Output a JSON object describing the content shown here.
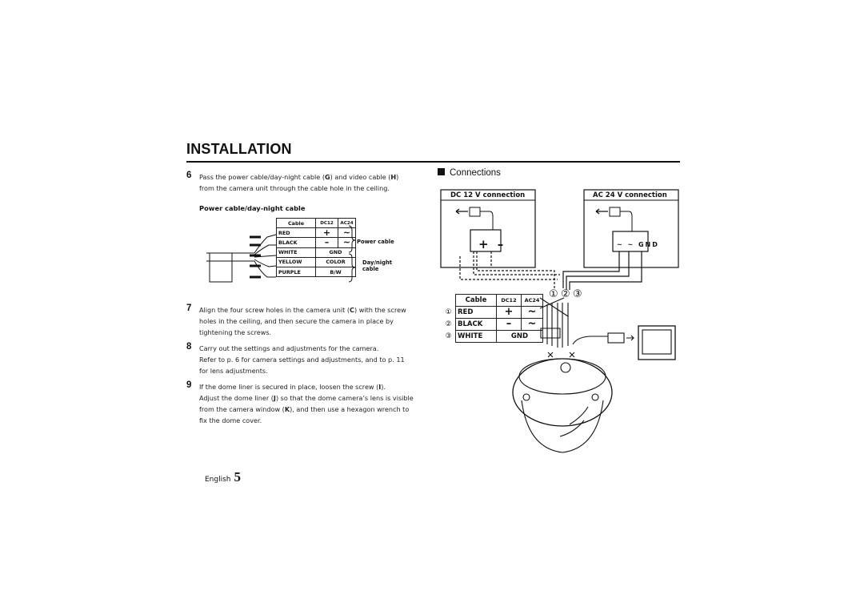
{
  "title": "INSTALLATION",
  "steps": [
    {
      "number": "6",
      "line1_a": "Pass the power cable/day-night cable (",
      "line1_g": "G",
      "line1_b": ") and video cable (",
      "line1_h": "H",
      "line1_c": ")",
      "line2": "from the camera unit through the cable hole in the ceiling."
    },
    {
      "number": "7",
      "line1_a": "Align the four screw holes in the camera unit (",
      "line1_c": "C",
      "line1_b": ") with the screw",
      "line2": "holes in the ceiling, and then secure the camera in place by",
      "line3": "tightening the screws."
    },
    {
      "number": "8",
      "line1": "Carry out the settings and adjustments for the camera.",
      "line2": "Refer to p. 6 for camera settings and adjustments, and to p. 11",
      "line3": "for lens adjustments."
    },
    {
      "number": "9",
      "line1_a": "If the dome liner is secured in place, loosen the screw (",
      "line1_i": "I",
      "line1_b": ").",
      "line2_a": "Adjust the dome liner (",
      "line2_j": "J",
      "line2_b": ") so that the dome camera’s lens is visible",
      "line3_a": "from the camera window (",
      "line3_k": "K",
      "line3_b": "), and then use a hexagon wrench to",
      "line4": "fix the dome cover."
    }
  ],
  "power_section": {
    "heading": "Power cable/day-night cable",
    "table": {
      "header": [
        "Cable",
        "DC12",
        "AC24"
      ],
      "rows": [
        {
          "cable": "RED",
          "dc12": "+",
          "ac24": "~"
        },
        {
          "cable": "BLACK",
          "dc12": "–",
          "ac24": "~"
        },
        {
          "cable": "WHITE",
          "merged": "GND"
        },
        {
          "cable": "YELLOW",
          "merged": "COLOR"
        },
        {
          "cable": "PURPLE",
          "merged": "B/W"
        }
      ]
    },
    "brace_power": "Power cable",
    "brace_daynight_1": "Day/night",
    "brace_daynight_2": "cable"
  },
  "connections": {
    "heading": "Connections",
    "dc_title": "DC 12 V connection",
    "ac_title": "AC 24 V connection",
    "dc_terminals": "+ –",
    "ac_terminals": "~ ~ GND",
    "wire_numbers": [
      "①",
      "②",
      "③"
    ],
    "table": {
      "header": [
        "Cable",
        "DC12",
        "AC24"
      ],
      "rows": [
        {
          "num": "①",
          "cable": "RED",
          "dc12": "+",
          "ac24": "~"
        },
        {
          "num": "②",
          "cable": "BLACK",
          "dc12": "–",
          "ac24": "~"
        },
        {
          "num": "③",
          "cable": "WHITE",
          "merged": "GND"
        }
      ]
    }
  },
  "footer": {
    "language": "English",
    "page_number": "5"
  }
}
